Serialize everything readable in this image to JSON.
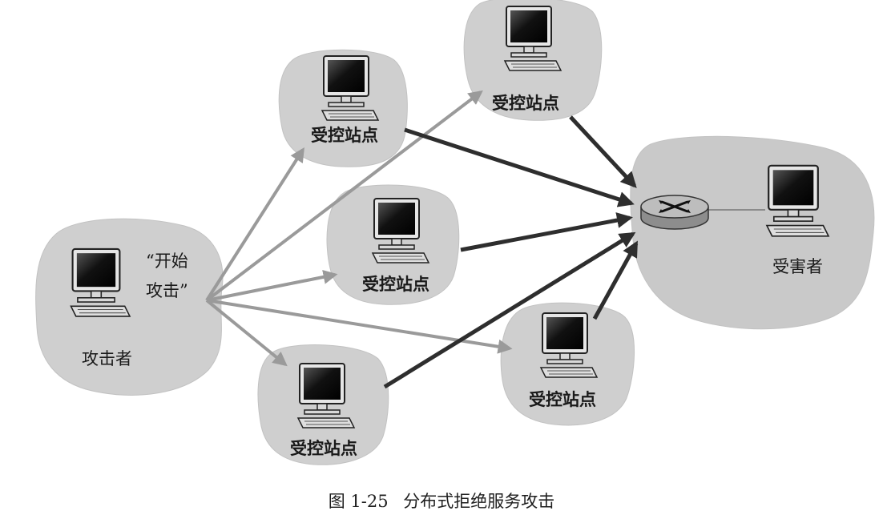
{
  "nodes": {
    "attacker": {
      "label": "攻击者",
      "quote": [
        "“开始",
        "攻击”"
      ]
    },
    "victim": {
      "label": "受害者"
    },
    "zombie1": {
      "label": "受控站点"
    },
    "zombie2": {
      "label": "受控站点"
    },
    "zombie3": {
      "label": "受控站点"
    },
    "zombie4": {
      "label": "受控站点"
    },
    "zombie5": {
      "label": "受控站点"
    }
  },
  "caption": {
    "number": "图 1-25",
    "title": "分布式拒绝服务攻击"
  },
  "colors": {
    "blob": "#cfcfcf",
    "command_arrow": "#9a9a9a",
    "attack_arrow": "#2e2e2e"
  }
}
